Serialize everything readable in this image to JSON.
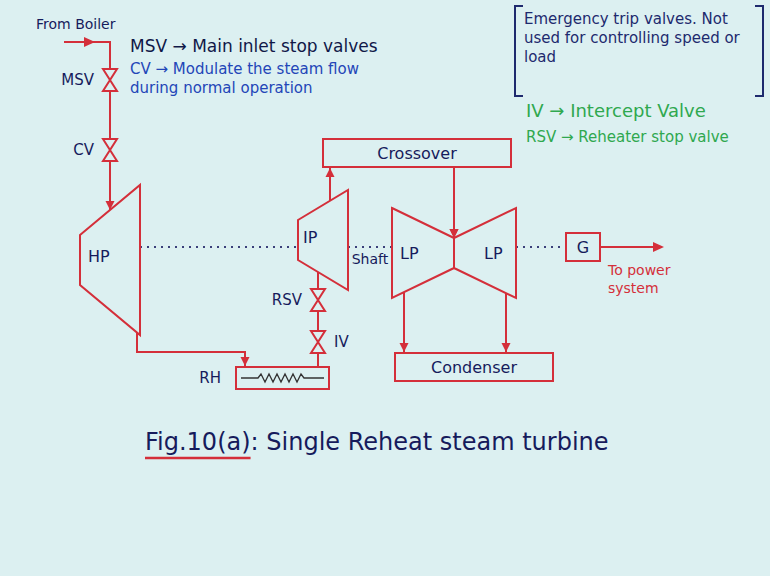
{
  "diagram": {
    "caption": "Fig.10(a): Single Reheat steam turbine",
    "nodes": [
      {
        "text": [
          "MSV"
        ]
      },
      {
        "text": [
          "CV"
        ]
      },
      {
        "text": [
          "HP"
        ]
      },
      {
        "text": [
          "RH"
        ]
      },
      {
        "text": [
          "IV"
        ]
      },
      {
        "text": [
          "RSV"
        ]
      },
      {
        "text": [
          "IP"
        ]
      },
      {
        "text": [
          "Crossover"
        ]
      },
      {
        "text": [
          "LP"
        ]
      },
      {
        "text": [
          "LP"
        ]
      },
      {
        "text": [
          "Condenser"
        ]
      },
      {
        "text": [
          "G"
        ]
      }
    ],
    "edges": [
      {
        "from": 0,
        "to": 1,
        "arrow": "none"
      },
      {
        "from": 1,
        "to": 2,
        "arrow": "to"
      },
      {
        "from": 2,
        "to": 3,
        "arrow": "to"
      },
      {
        "from": 3,
        "to": 4,
        "arrow": "none"
      },
      {
        "from": 4,
        "to": 5,
        "arrow": "none"
      },
      {
        "from": 5,
        "to": 6,
        "arrow": "none"
      },
      {
        "from": 6,
        "to": 7,
        "arrow": "to"
      },
      {
        "from": 7,
        "to": 8,
        "arrow": "to"
      },
      {
        "from": 7,
        "to": 9,
        "arrow": "to"
      },
      {
        "from": 8,
        "to": 10,
        "arrow": "to"
      },
      {
        "from": 9,
        "to": 10,
        "arrow": "to"
      },
      {
        "from": 2,
        "to": 6,
        "arrow": "none"
      },
      {
        "from": 6,
        "to": 8,
        "arrow": "none",
        "label": "Shaft"
      },
      {
        "from": 9,
        "to": 11,
        "arrow": "none"
      }
    ],
    "labels": [
      "From Boiler",
      "MSV → Main inlet stop valves",
      "CV → Modulate the steam flow during normal operation",
      "Emergency trip valves. Not used for controlling speed or load",
      "IV → Intercept Valve",
      "RSV → Reheater stop valve",
      "To power system"
    ]
  }
}
